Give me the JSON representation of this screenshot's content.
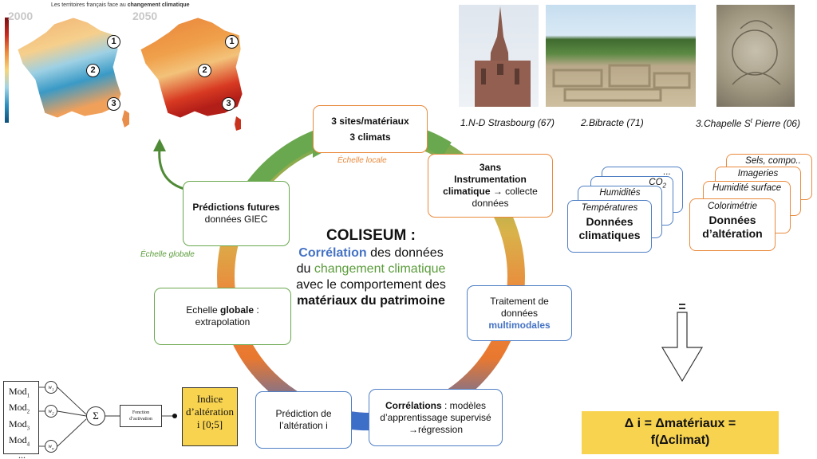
{
  "maps": {
    "title_prefix": "Les territoires français face au ",
    "title_bold": "changement climatique",
    "year_left": "2000",
    "year_right": "2050",
    "site_numbers": [
      "1",
      "2",
      "3"
    ]
  },
  "photos": {
    "captions": [
      "1.N-D Strasbourg (67)",
      "2.Bibracte (71)",
      "3.Chapelle S"
    ],
    "caption3_sup": "t",
    "caption3_tail": " Pierre (06)"
  },
  "cycle": {
    "sites_line1": "3 sites/matériaux",
    "sites_line2": "3 climats",
    "echelle_locale": "Échelle locale",
    "instrumentation_bold1": "3ans",
    "instrumentation_bold2": "Instrumentation",
    "instrumentation_bold3": "climatique",
    "instrumentation_rest": " → collecte données",
    "traitement_text": "Traitement de données",
    "traitement_blue": "multimodales",
    "correlations_bold": "Corrélations",
    "correlations_rest": " : modèles d’apprentissage supervisé →régression",
    "prediction_alteration": "Prédiction de l’altération i",
    "echelle_globale_pre": "Echelle ",
    "echelle_globale_bold": "globale",
    "echelle_globale_rest": " : extrapolation",
    "predictions_bold": "Prédictions futures",
    "predictions_rest": " données GIEC",
    "echelle_globale_label": "Échelle globale"
  },
  "center": {
    "title": "COLISEUM :",
    "corr": "Corrélation",
    "line1_rest": " des données",
    "line2_pre": "du ",
    "line2_green": "changement climatique",
    "line3": "avec le comportement des",
    "line4": "matériaux du patrimoine"
  },
  "cards_clim": {
    "back2": "...",
    "back1": "CO",
    "back1_sub": "2",
    "mid": "Humidités",
    "front_item": "Températures",
    "front_title_1": "Données",
    "front_title_2": "climatiques"
  },
  "cards_alt": {
    "back2": "Sels, compo..",
    "back1": "Imageries",
    "mid": "Humidité surface",
    "front_item": "Colorimétrie",
    "front_title_1": "Données",
    "front_title_2": "d’altération"
  },
  "formula": {
    "line1": "Δ i = Δmatériaux =",
    "line2": "f(Δclimat)"
  },
  "neural": {
    "mod_prefix": "Mod",
    "mod_subs": [
      "1",
      "2",
      "3",
      "4"
    ],
    "ellipsis": "...",
    "w_prefix": "w",
    "w_subs": [
      "1",
      "2",
      "n"
    ],
    "sigma": "Σ",
    "activation_1": "Fonction",
    "activation_2": "d’activation",
    "indice_1": "Indice",
    "indice_2": "d’altération",
    "indice_3": "i [0;5]"
  },
  "colors": {
    "green": "#6aa84f",
    "orange": "#ea8a3c",
    "blue": "#4f7fc4",
    "yellow": "#f8d350"
  }
}
